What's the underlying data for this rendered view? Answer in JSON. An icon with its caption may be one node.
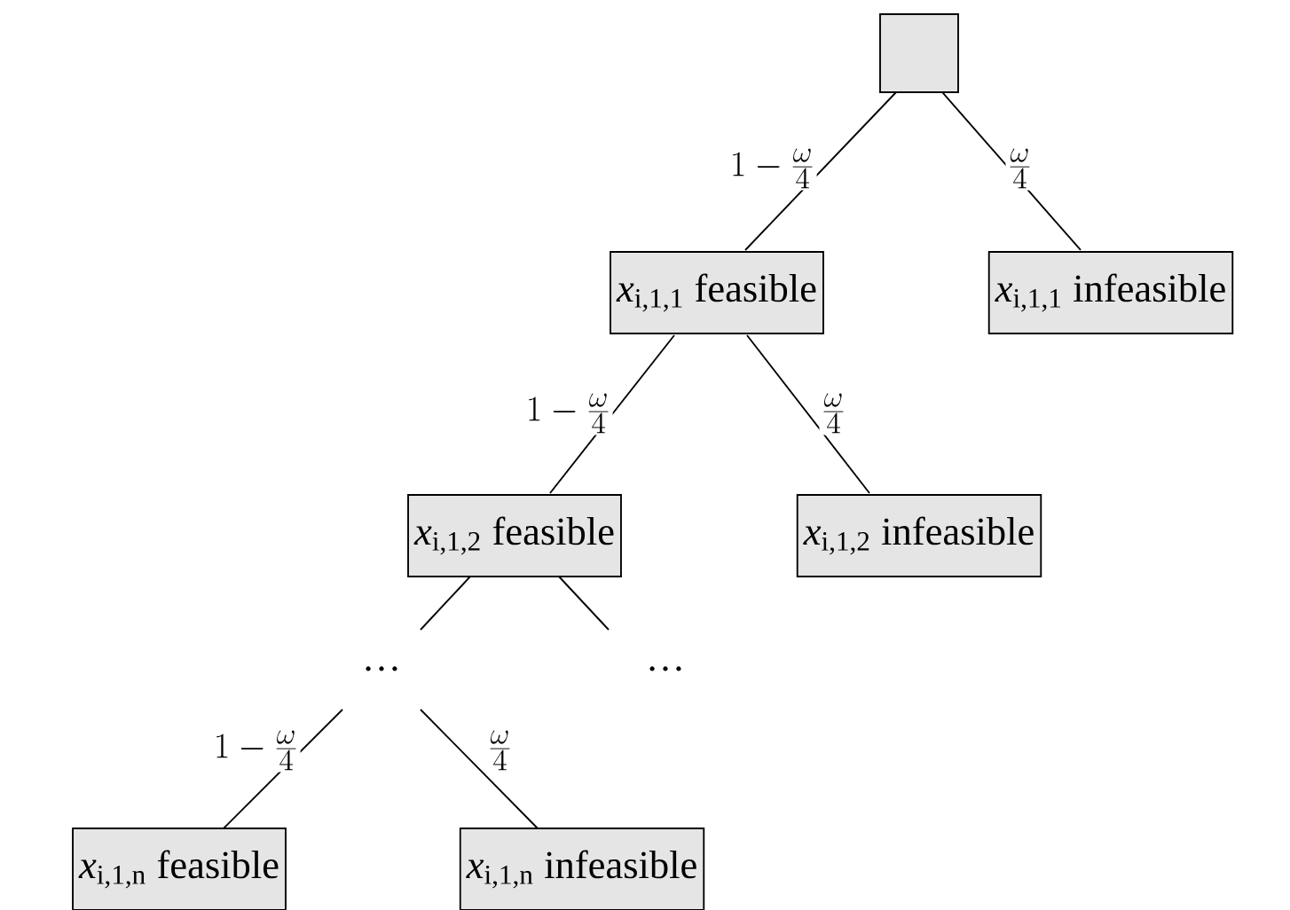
{
  "diagram": {
    "nodes": [
      {
        "text": [],
        "shape": "box"
      },
      {
        "text": [
          "*x*$_{i,1,1}$ feasible"
        ]
      },
      {
        "text": [
          "*x*$_{i,1,1}$ infeasible"
        ]
      },
      {
        "text": [
          "*x*$_{i,1,2}$ feasible"
        ]
      },
      {
        "text": [
          "*x*$_{i,1,2}$ infeasible"
        ]
      },
      {
        "text": [
          "…"
        ]
      },
      {
        "text": [
          "…"
        ]
      },
      {
        "text": [
          "*x*$_{i,1,n}$ feasible"
        ]
      },
      {
        "text": [
          "*x*$_{i,1,n}$ infeasible"
        ]
      }
    ],
    "edges": [
      {
        "from": 0,
        "to": 1,
        "arrow": "none",
        "label": "1-\\frac{\\omega}{4}"
      },
      {
        "from": 0,
        "to": 2,
        "arrow": "none",
        "label": "\\frac{\\omega}{4}"
      },
      {
        "from": 1,
        "to": 3,
        "arrow": "none",
        "label": "1-\\frac{\\omega}{4}"
      },
      {
        "from": 1,
        "to": 4,
        "arrow": "none",
        "label": "\\frac{\\omega}{4}"
      },
      {
        "from": 3,
        "to": 5,
        "arrow": "none"
      },
      {
        "from": 3,
        "to": 6,
        "arrow": "none"
      },
      {
        "from": 5,
        "to": 7,
        "arrow": "none",
        "label": "1-\\frac{\\omega}{4}"
      },
      {
        "from": 5,
        "to": 8,
        "arrow": "none",
        "label": "\\frac{\\omega}{4}"
      }
    ]
  }
}
